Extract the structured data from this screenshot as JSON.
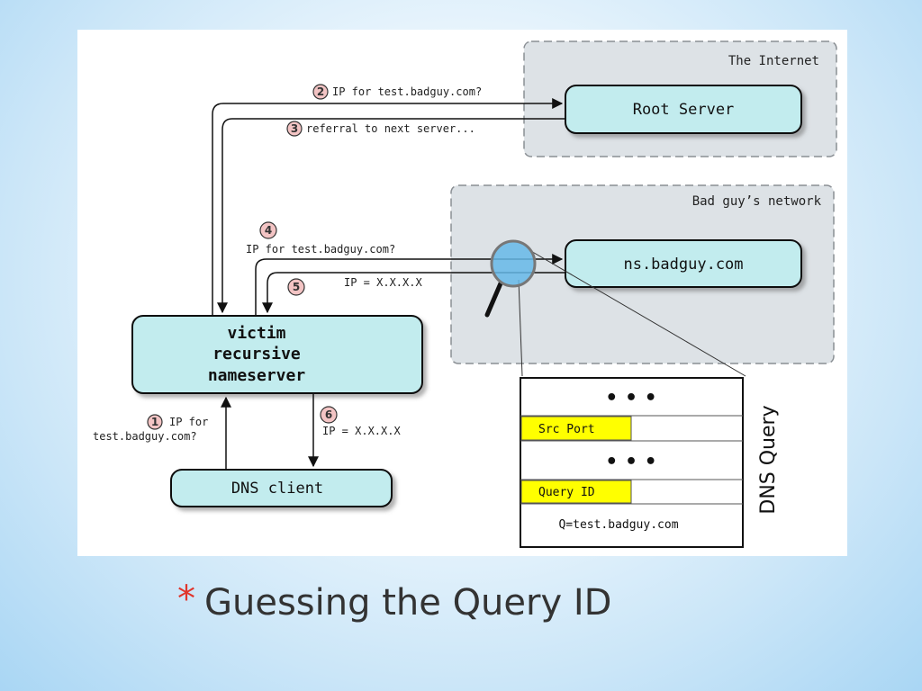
{
  "slide": {
    "title": "Guessing the Query ID",
    "bullet": "*"
  },
  "diagram": {
    "internet_label": "The Internet",
    "badguy_net_label": "Bad guy’s network",
    "root_server": "Root Server",
    "ns_badguy": "ns.badguy.com",
    "victim_lines": [
      "victim",
      "recursive",
      "nameserver"
    ],
    "dns_client": "DNS client",
    "steps": [
      {
        "num": "1",
        "text_lines": [
          "IP for",
          "test.badguy.com?"
        ]
      },
      {
        "num": "2",
        "text": "IP for test.badguy.com?"
      },
      {
        "num": "3",
        "text": "referral to next server..."
      },
      {
        "num": "4",
        "text": "IP for test.badguy.com?"
      },
      {
        "num": "5",
        "text": "IP = X.X.X.X"
      },
      {
        "num": "6",
        "text": "IP = X.X.X.X"
      }
    ],
    "packet": {
      "dots": "• • •",
      "src_port": "Src Port",
      "query_id": "Query ID",
      "query": "Q=test.badguy.com",
      "side_label": "DNS Query"
    },
    "colors": {
      "server_fill": "#c2ecee",
      "network_fill": "#dde2e6",
      "highlight": "#ffff00",
      "step_badge": "#f3c4c4",
      "bullet": "#e0352b"
    }
  }
}
